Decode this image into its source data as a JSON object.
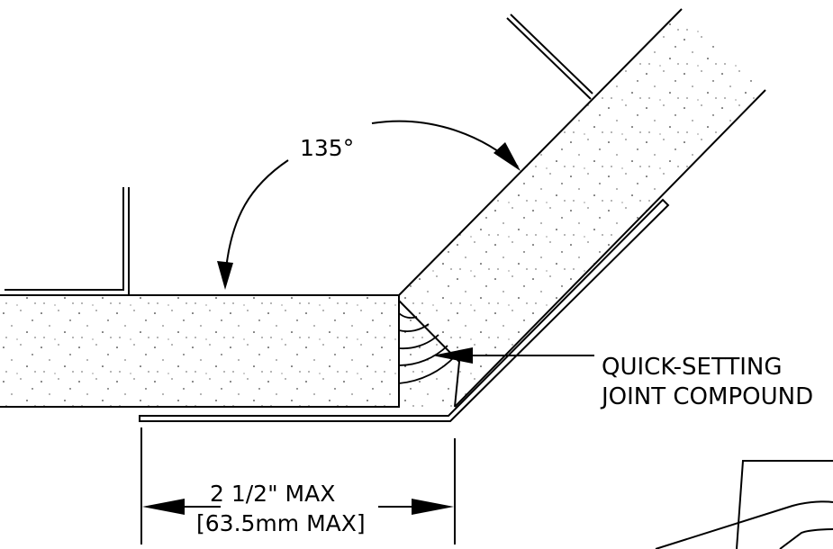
{
  "diagram": {
    "angle_label": "135°",
    "callout": {
      "line1": "QUICK-SETTING",
      "line2": "JOINT COMPOUND"
    },
    "dimension": {
      "line1": "2 1/2\" MAX",
      "line2": "[63.5mm MAX]"
    },
    "colors": {
      "line": "#000000",
      "background": "#ffffff"
    }
  }
}
